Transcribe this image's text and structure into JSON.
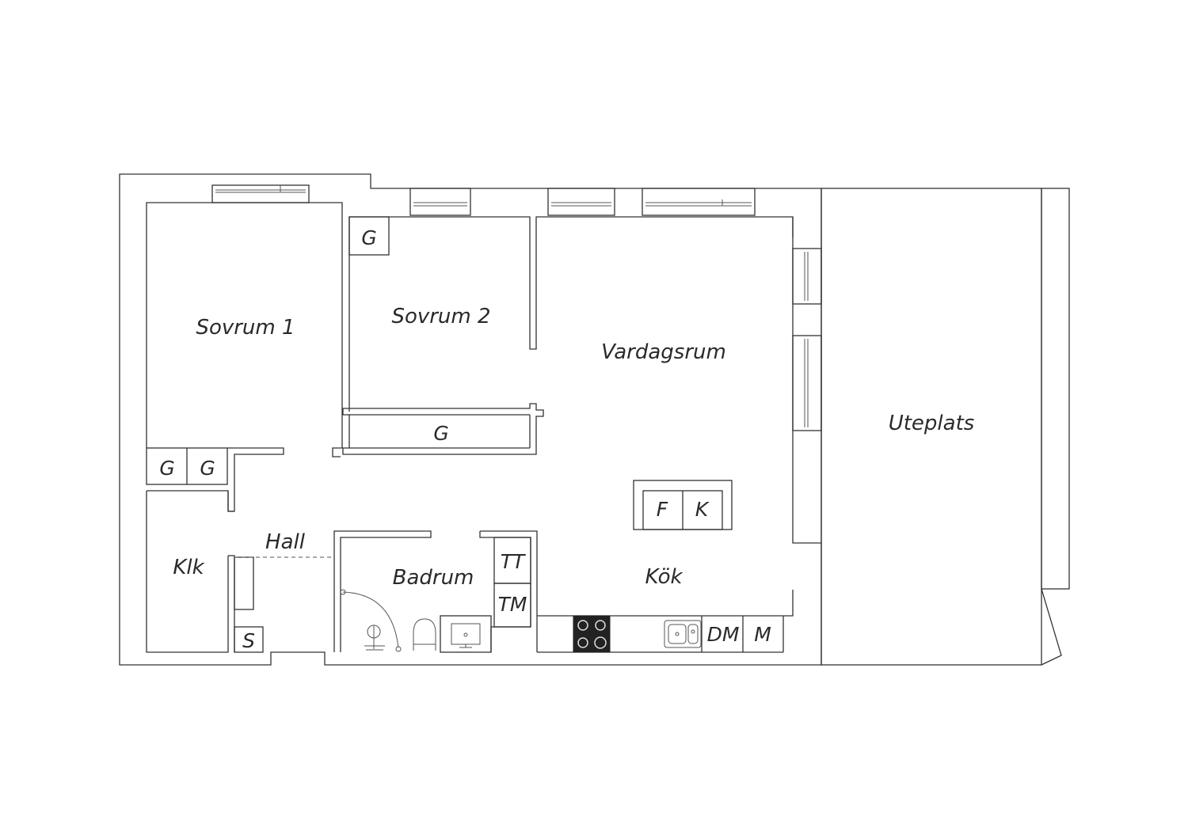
{
  "rooms": {
    "sovrum1": "Sovrum 1",
    "sovrum2": "Sovrum 2",
    "vardagsrum": "Vardagsrum",
    "uteplats": "Uteplats",
    "hall": "Hall",
    "klk": "Klk",
    "badrum": "Badrum",
    "kok": "Kök"
  },
  "fixtures": {
    "g_sovrum2": "G",
    "g_corridor": "G",
    "g_left": "G",
    "g_right": "G",
    "f": "F",
    "k": "K",
    "tt": "TT",
    "tm": "TM",
    "s": "S",
    "dm": "DM",
    "m": "M"
  },
  "colors": {
    "line": "#333333",
    "background": "#ffffff",
    "stove": "#222222"
  }
}
